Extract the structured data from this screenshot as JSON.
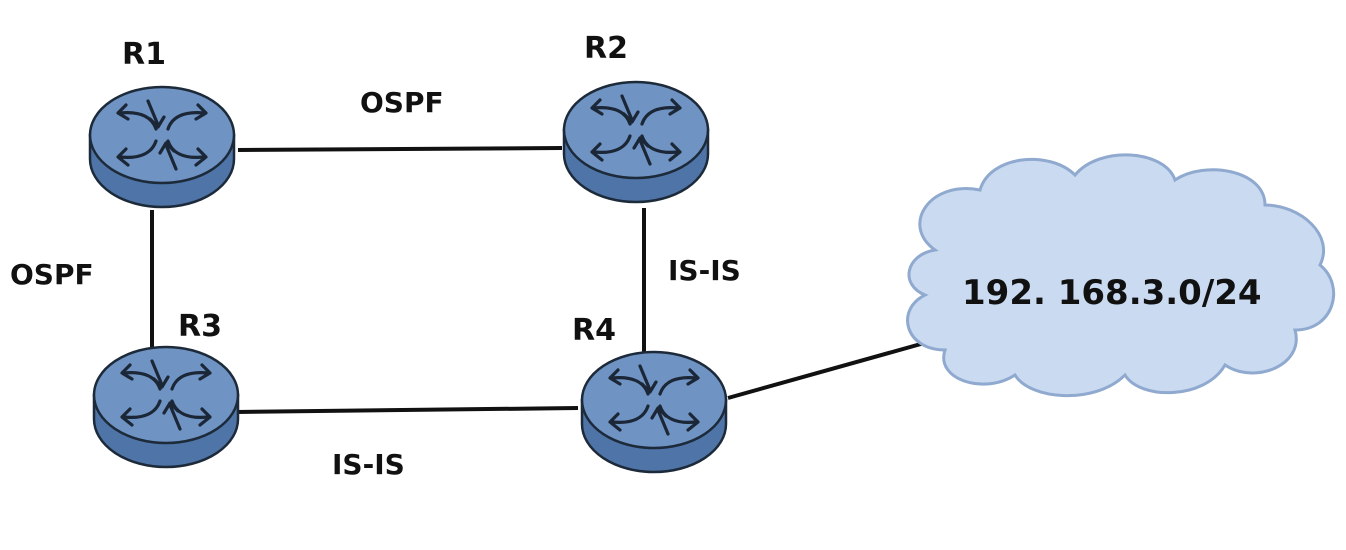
{
  "colors": {
    "router_top": "#6f93c2",
    "router_side": "#4f75a8",
    "router_outline": "#1c2a3a",
    "router_arrows": "#1b2636",
    "cloud_fill": "#c9daf1",
    "cloud_outline": "#8fa9cf",
    "link": "#111111"
  },
  "routers": {
    "r1": {
      "name": "R1",
      "icon": "router-icon"
    },
    "r2": {
      "name": "R2",
      "icon": "router-icon"
    },
    "r3": {
      "name": "R3",
      "icon": "router-icon"
    },
    "r4": {
      "name": "R4",
      "icon": "router-icon"
    }
  },
  "links": {
    "r1_r2": {
      "protocol": "OSPF"
    },
    "r1_r3": {
      "protocol": "OSPF"
    },
    "r2_r4": {
      "protocol": "IS-IS"
    },
    "r3_r4": {
      "protocol": "IS-IS"
    }
  },
  "network": {
    "label": "192. 168.3.0/24",
    "icon": "cloud-icon"
  }
}
